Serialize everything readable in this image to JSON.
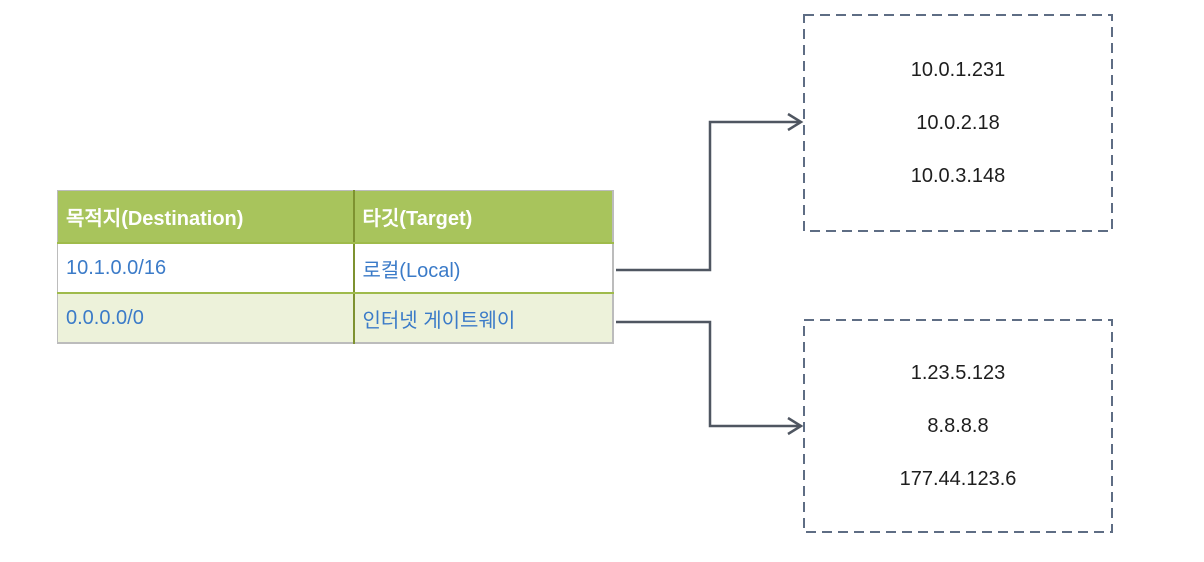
{
  "diagram": {
    "background": "#ffffff"
  },
  "route_table": {
    "columns": [
      {
        "label": "목적지(Destination)"
      },
      {
        "label": "타깃(Target)"
      }
    ],
    "rows": [
      {
        "destination": "10.1.0.0/16",
        "target": "로컬(Local)"
      },
      {
        "destination": "0.0.0.0/0",
        "target": "인터넷 게이트웨이"
      }
    ],
    "colors": {
      "header_bg": "#a8c45c",
      "header_text": "#ffffff",
      "row_bg": "#ffffff",
      "row_alt_bg": "#edf2da",
      "cell_text": "#3b7bc8",
      "inner_border": "#9fbb4b",
      "divider_border": "#7e9230",
      "outer_border": "#bcbcbc"
    }
  },
  "local_ips_box": {
    "ips": [
      "10.0.1.231",
      "10.0.2.18",
      "10.0.3.148"
    ]
  },
  "internet_ips_box": {
    "ips": [
      "1.23.5.123",
      "8.8.8.8",
      "177.44.123.6"
    ]
  },
  "connectors": {
    "line_color": "#4f5661",
    "box_border_color": "#5e6d84"
  }
}
